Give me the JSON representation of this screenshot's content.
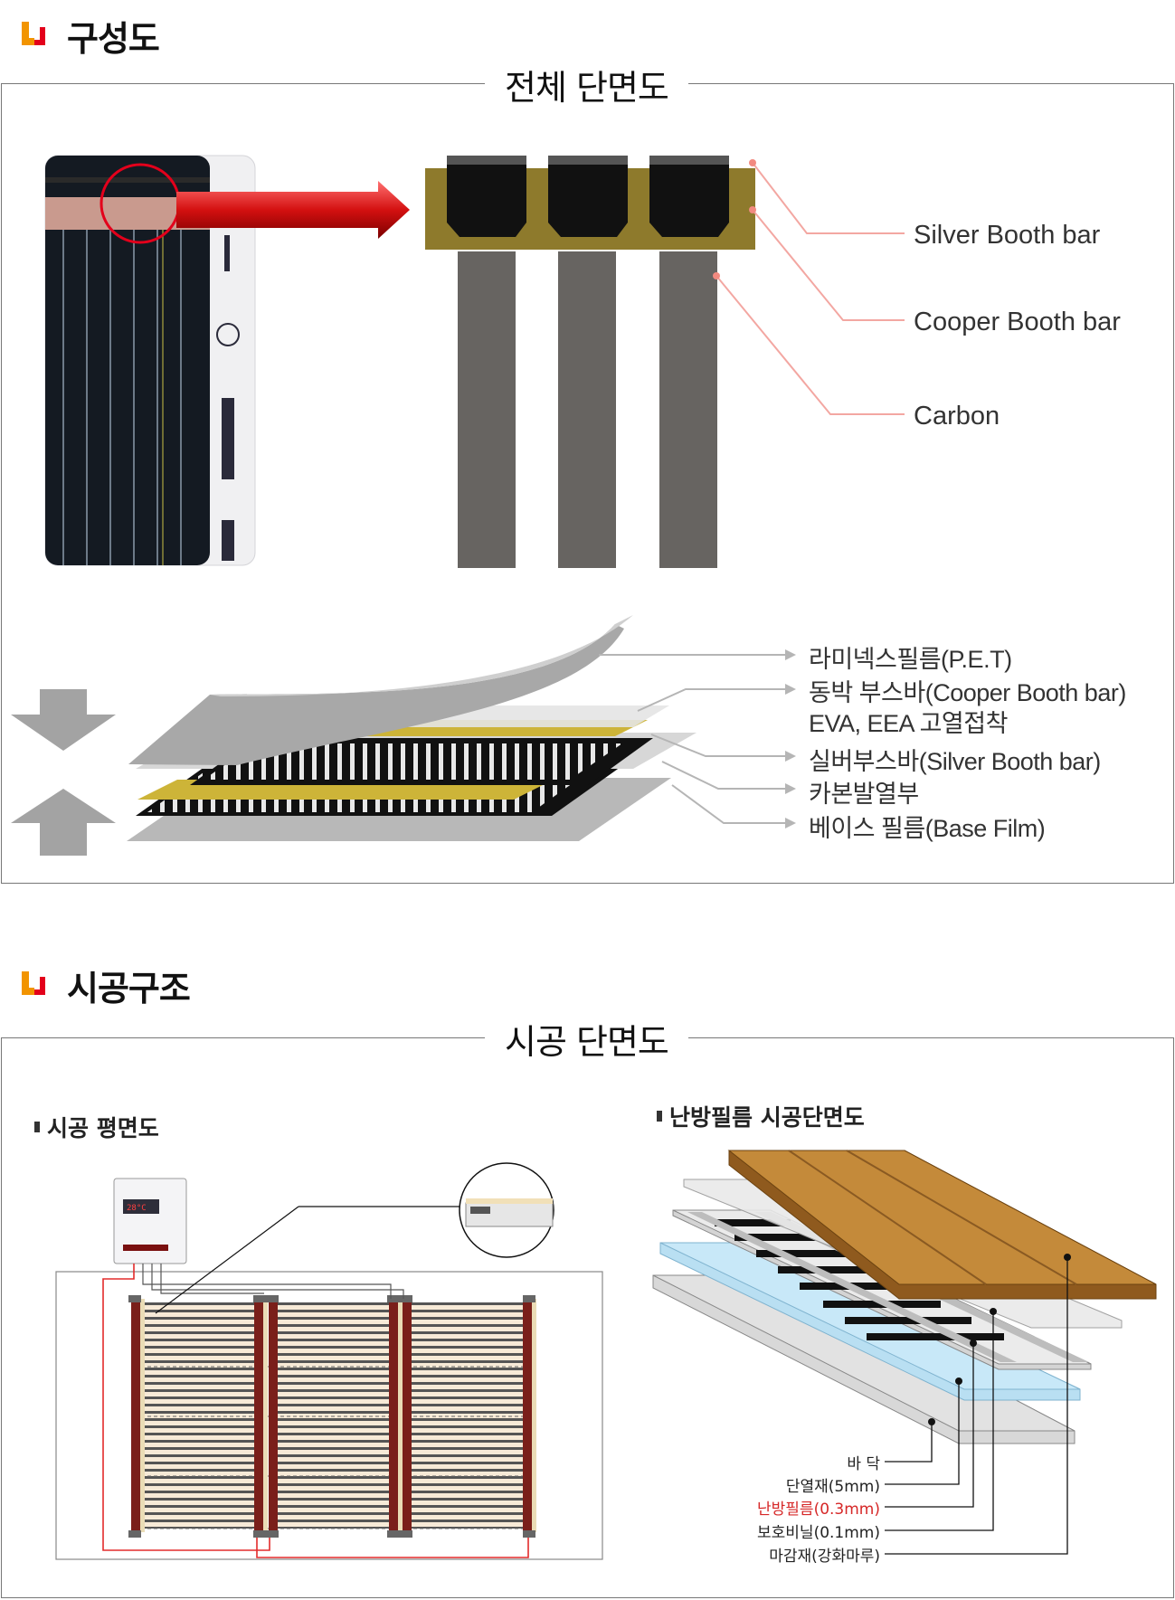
{
  "section1": {
    "title": "구성도",
    "frame_title": "전체 단면도",
    "callouts": [
      "Silver Booth bar",
      "Cooper Booth bar",
      "Carbon"
    ],
    "layers": [
      "라미넥스필름(P.E.T)",
      "동박 부스바(Cooper Booth bar)",
      "EVA, EEA 고열접착",
      "실버부스바(Silver Booth bar)",
      "카본발열부",
      "베이스 필름(Base Film)"
    ]
  },
  "section2": {
    "title": "시공구조",
    "frame_title": "시공 단면도",
    "plan_title": "시공 평면도",
    "section_title": "난방필름 시공단면도",
    "legend": [
      {
        "label": "바  닥",
        "color": "#222222"
      },
      {
        "label": "단열재(5mm)",
        "color": "#222222"
      },
      {
        "label": "난방필름(0.3mm)",
        "color": "#d62828"
      },
      {
        "label": "보호비닐(0.1mm)",
        "color": "#222222"
      },
      {
        "label": "마감재(강화마루)",
        "color": "#222222"
      }
    ]
  },
  "colors": {
    "accent_orange": "#f29400",
    "accent_red": "#e3001b",
    "film_gold": "#c9b233",
    "floor_wood": "#c48a3a"
  }
}
